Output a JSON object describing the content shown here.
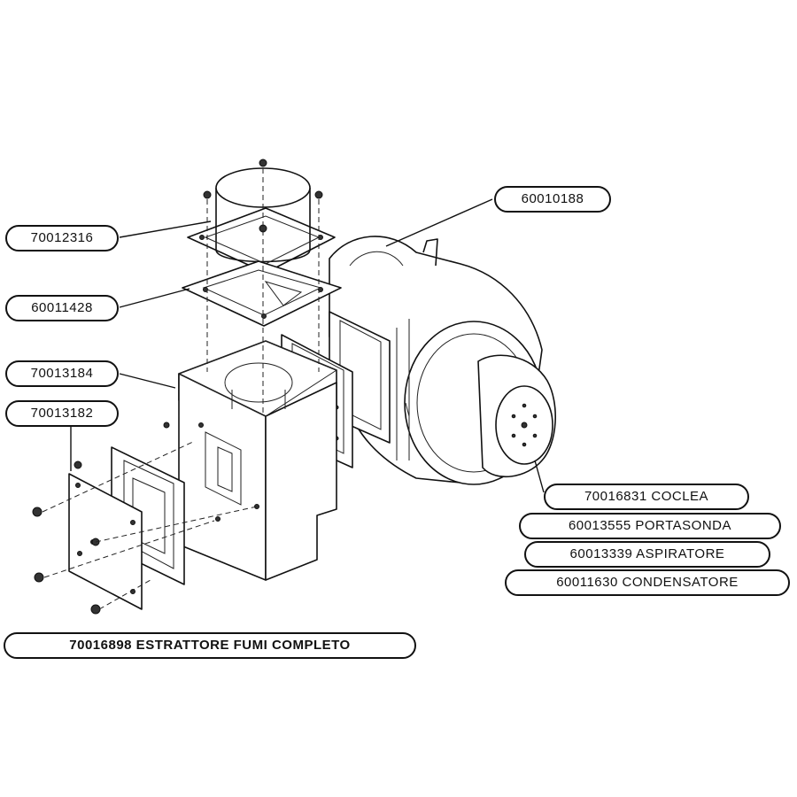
{
  "callouts": {
    "c70012316": "70012316",
    "c60010188": "60010188",
    "c60011428": "60011428",
    "c70013184": "70013184",
    "c70013182": "70013182",
    "c70016831": "70016831 COCLEA",
    "c60013555": "60013555 PORTASONDA",
    "c60013339": "60013339 ASPIRATORE",
    "c60011630": "60011630 CONDENSATORE",
    "c70016898": "70016898 ESTRATTORE FUMI COMPLETO"
  }
}
